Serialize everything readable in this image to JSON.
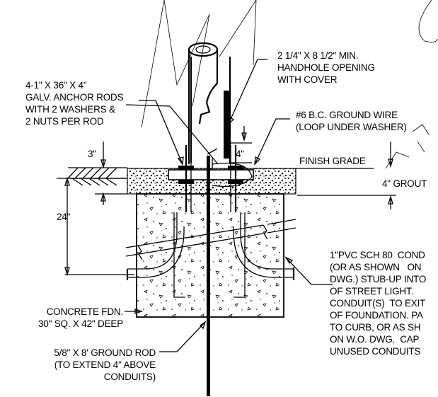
{
  "watermark": {
    "letters": [
      "M",
      "A",
      "N",
      "O",
      "T"
    ]
  },
  "labels": {
    "handhole": "2 1/4\" X 8 1/2\" MIN.\nHANDHOLE OPENING\nWITH COVER",
    "anchor_rods": "4-1\" X 36\" X 4\"\nGALV. ANCHOR RODS\nWITH 2 WASHERS &\n2 NUTS PER ROD",
    "ground_wire": "#6 B.C. GROUND WIRE\n(LOOP UNDER WASHER)",
    "finish_grade": "FINISH GRADE",
    "grout": "4\" GROUT",
    "dim_3": "3\"",
    "dim_4": "4\"",
    "dim_24": "24\"",
    "conduit_note": "1\"PVC SCH 80  COND\n(OR AS SHOWN   ON\nDWG.) STUB-UP INTO\nOF STREET LIGHT.\nCONDUIT(S)  TO EXIT\nOF FOUNDATION. PA\nTO CURB, OR AS SH\nON W.O. DWG.  CAP\nUNUSED CONDUITS",
    "concrete_fdn": "CONCRETE FDN.\n30\" SQ. X 42\" DEEP",
    "ground_rod": "5/8\" X 8' GROUND ROD\n(TO EXTEND 4\" ABOVE\nCONDUITS)"
  }
}
